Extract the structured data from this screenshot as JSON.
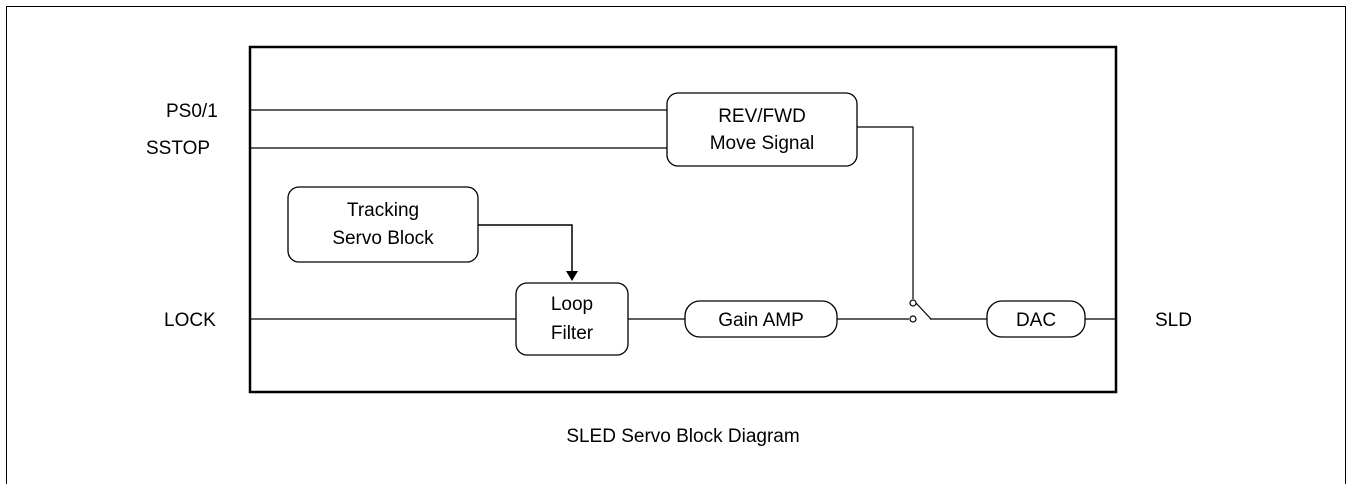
{
  "inputs": {
    "ps": "PS0/1",
    "sstop": "SSTOP",
    "lock": "LOCK"
  },
  "output": {
    "sld": "SLD"
  },
  "blocks": {
    "rev_fwd": [
      "REV/FWD",
      "Move Signal"
    ],
    "tracking": [
      "Tracking",
      "Servo Block"
    ],
    "loop_filter": [
      "Loop",
      "Filter"
    ],
    "gain_amp": "Gain AMP",
    "dac": "DAC"
  },
  "caption": "SLED Servo Block Diagram"
}
